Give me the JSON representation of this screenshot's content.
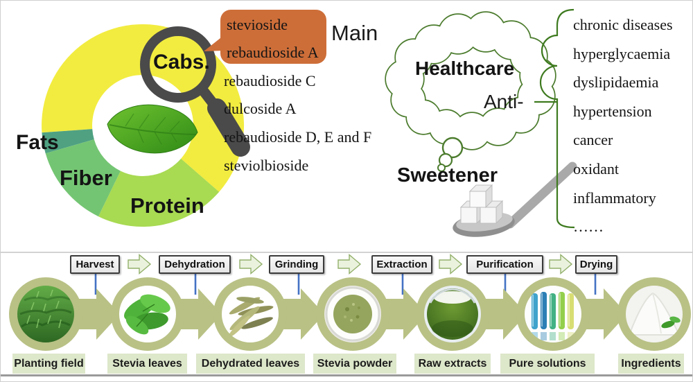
{
  "composition": {
    "labels": {
      "cabs": "Cabs.",
      "fats": "Fats",
      "fiber": "Fiber",
      "protein": "Protein"
    },
    "chart_data": {
      "type": "pie",
      "title": "Stevia leaf composition donut",
      "slices": [
        {
          "label": "Cabs.",
          "color": "#f2ec40",
          "angle_deg": 225
        },
        {
          "label": "Fats",
          "color": "#4fa182",
          "angle_deg": 12
        },
        {
          "label": "Fiber",
          "color": "#74c573",
          "angle_deg": 48
        },
        {
          "label": "Protein",
          "color": "#a8da52",
          "angle_deg": 75
        }
      ],
      "legend_position": "on-slices",
      "center": "stevia leaf photo"
    }
  },
  "glycosides": {
    "main_label": "Main",
    "highlighted": [
      "stevioside",
      "rebaudioside A"
    ],
    "others": [
      "rebaudioside C",
      "dulcoside A",
      "rebaudioside D, E and F",
      "steviolbioside"
    ],
    "callout_color": "#cd6e39"
  },
  "benefits": {
    "cloud_line1": "Healthcare",
    "cloud_line2": "Anti-",
    "sweetener": "Sweetener",
    "items": [
      "chronic diseases",
      "hyperglycaemia",
      "dyslipidaemia",
      "hypertension",
      "cancer",
      "oxidant",
      "inflammatory",
      "……"
    ],
    "bracket_color": "#3e7a1f",
    "cloud_color": "#4c7c2e"
  },
  "process": {
    "steps": [
      "Harvest",
      "Dehydration",
      "Grinding",
      "Extraction",
      "Purification",
      "Drying"
    ],
    "stages": [
      "Planting field",
      "Stevia leaves",
      "Dehydrated leaves",
      "Stevia powder",
      "Raw extracts",
      "Pure solutions",
      "Ingredients"
    ],
    "colors": {
      "ring": "#b9c185",
      "arrow": "#b9c185",
      "connector_blue": "#4472c4",
      "label_bg": "#dde7ca"
    }
  }
}
